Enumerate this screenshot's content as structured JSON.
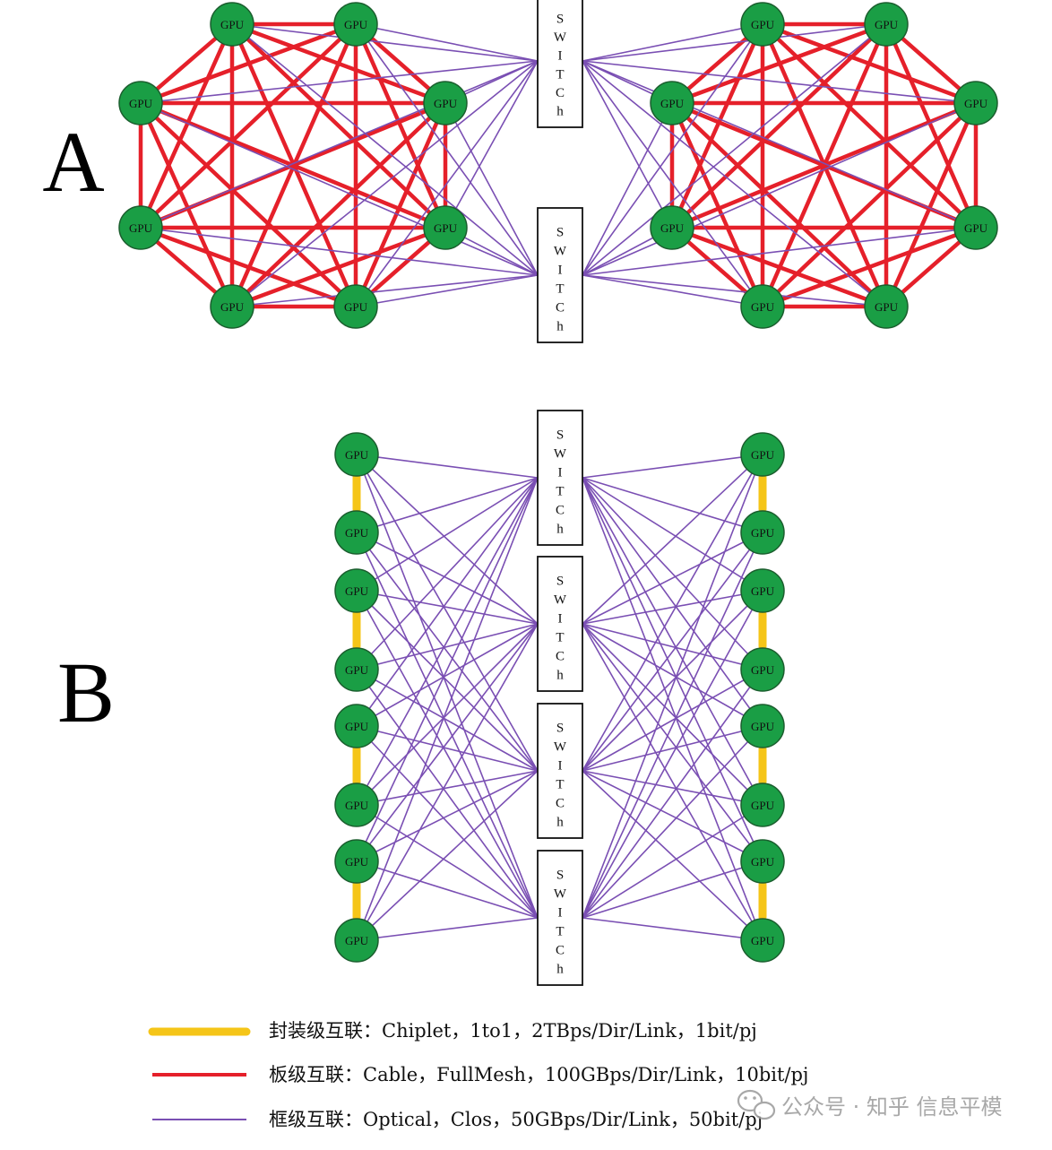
{
  "section_labels": {
    "a": "A",
    "b": "B"
  },
  "node_label": "GPU",
  "switch_letters": [
    "S",
    "W",
    "I",
    "T",
    "C",
    "h"
  ],
  "colors": {
    "gpu_fill": "#1a9e45",
    "gpu_stroke": "#1b5e2e",
    "chiplet": "#f5c518",
    "cable": "#e5202a",
    "optical": "#7a4fb3"
  },
  "legend": [
    {
      "label": "封装级互联：Chiplet，1to1，2TBps/Dir/Link，1bit/pj",
      "color": "#f5c518",
      "kind": "chiplet"
    },
    {
      "label": "板级互联：Cable，FullMesh，100GBps/Dir/Link，10bit/pj",
      "color": "#e5202a",
      "kind": "cable"
    },
    {
      "label": "框级互联：Optical，Clos，50GBps/Dir/Link，50bit/pj",
      "color": "#7a4fb3",
      "kind": "optical"
    }
  ],
  "watermark": {
    "text": "公众号 · 知乎 信息平模",
    "icon": "wechat-icon"
  }
}
